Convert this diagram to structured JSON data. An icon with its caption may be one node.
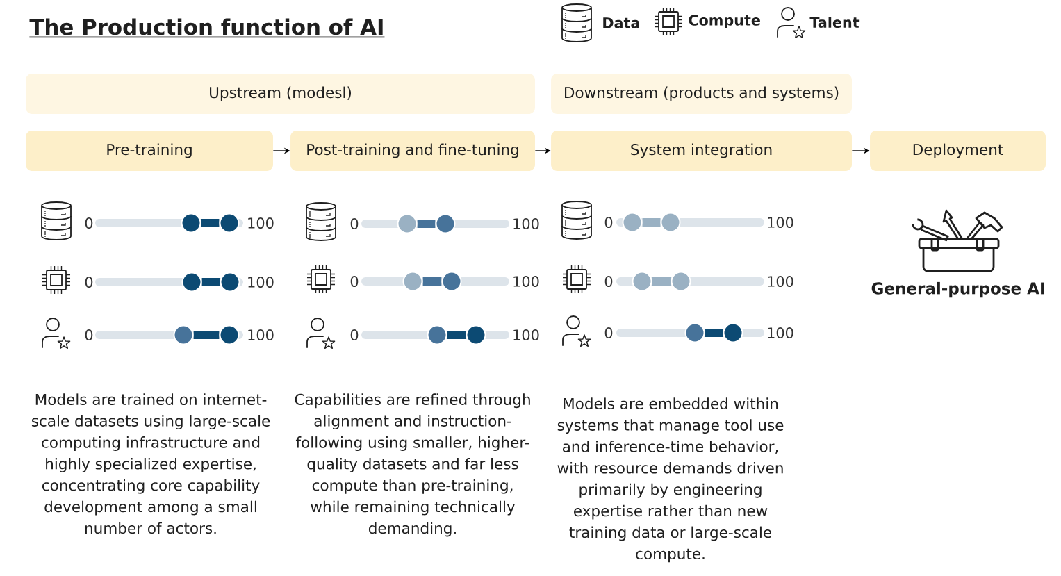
{
  "diagram": {
    "title": "The Production function of AI",
    "nodes": [
      {
        "text": [
          "Upstream (modesl)"
        ]
      },
      {
        "text": [
          "Downstream (products and systems)"
        ]
      },
      {
        "text": [
          "Pre-training"
        ]
      },
      {
        "text": [
          "Post-training and fine-tuning"
        ]
      },
      {
        "text": [
          "System integration"
        ]
      },
      {
        "text": [
          "Deployment"
        ]
      }
    ],
    "edges": [
      {
        "from": 2,
        "to": 3,
        "arrow": "to"
      },
      {
        "from": 3,
        "to": 4,
        "arrow": "to"
      },
      {
        "from": 4,
        "to": 5,
        "arrow": "to"
      }
    ],
    "labels": [
      "0",
      "100",
      "0",
      "100",
      "0",
      "100",
      "0",
      "100",
      "0",
      "100",
      "0",
      "100",
      "0",
      "100",
      "0",
      "100",
      "0",
      "100",
      "General-purpose AI",
      "Models are trained on internet-scale datasets using large-scale computing infrastructure and highly specialized expertise, concentrating core capability development among a small number of actors.",
      "Capabilities are refined through alignment and instruction-following using smaller, higher-quality datasets and far less compute than pre-training, while remaining technically demanding.",
      "Models are embedded within systems that manage tool use and inference-time behavior, with resource demands driven primarily by engineering expertise rather than new training data or large-scale compute."
    ],
    "legend": [
      {
        "text": "Data"
      },
      {
        "text": "Compute"
      },
      {
        "text": "Talent"
      }
    ]
  }
}
